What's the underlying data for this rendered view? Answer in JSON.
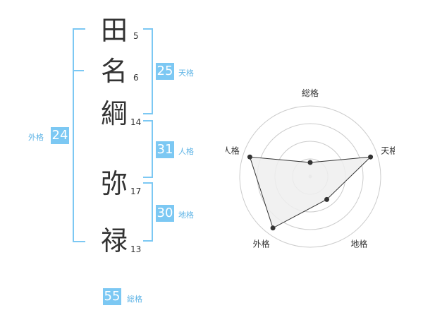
{
  "colors": {
    "accent": "#7cc8f3",
    "accent_text": "#5fb4e6",
    "text": "#333333"
  },
  "name_chars": [
    {
      "char": "田",
      "strokes": "5"
    },
    {
      "char": "名",
      "strokes": "6"
    },
    {
      "char": "綱",
      "strokes": "14"
    },
    {
      "char": "弥",
      "strokes": "17"
    },
    {
      "char": "禄",
      "strokes": "13"
    }
  ],
  "scores": {
    "tenkaku": {
      "value": "25",
      "label": "天格"
    },
    "jinkaku": {
      "value": "31",
      "label": "人格"
    },
    "chikaku": {
      "value": "30",
      "label": "地格"
    },
    "gaikaku": {
      "value": "24",
      "label": "外格"
    },
    "soukaku": {
      "value": "55",
      "label": "総格"
    }
  },
  "chart_data": {
    "type": "radar",
    "axes": [
      "総格",
      "天格",
      "地格",
      "外格",
      "人格"
    ],
    "series": [
      {
        "values": [
          0.2,
          0.9,
          0.4,
          0.9,
          0.9
        ]
      }
    ],
    "rings": 4,
    "grid": true
  }
}
